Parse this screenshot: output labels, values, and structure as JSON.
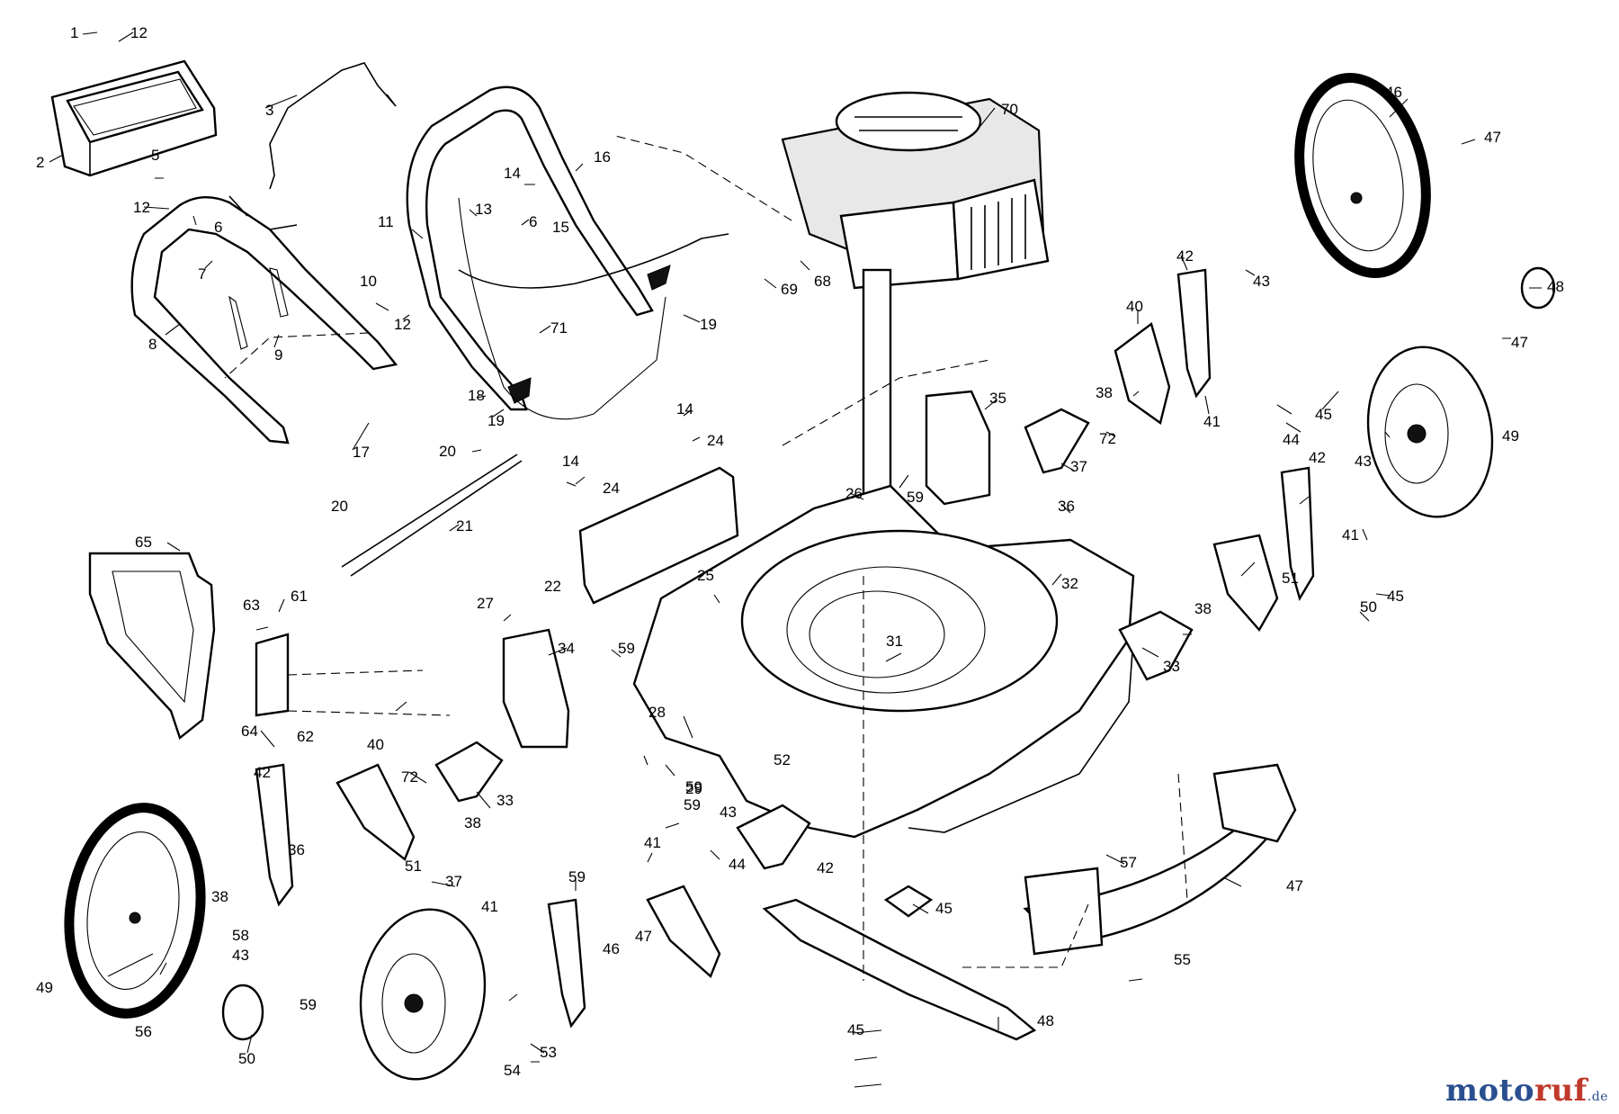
{
  "parts": [
    {
      "key": "p1",
      "label": "1"
    },
    {
      "key": "p12a",
      "label": "12"
    },
    {
      "key": "p2",
      "label": "2"
    },
    {
      "key": "p3",
      "label": "3"
    },
    {
      "key": "p5",
      "label": "5"
    },
    {
      "key": "p12b",
      "label": "12"
    },
    {
      "key": "p6a",
      "label": "6"
    },
    {
      "key": "p7",
      "label": "7"
    },
    {
      "key": "p8",
      "label": "8"
    },
    {
      "key": "p9",
      "label": "9"
    },
    {
      "key": "p17",
      "label": "17"
    },
    {
      "key": "p11",
      "label": "11"
    },
    {
      "key": "p13",
      "label": "13"
    },
    {
      "key": "p14a",
      "label": "14"
    },
    {
      "key": "p6b",
      "label": "6"
    },
    {
      "key": "p15",
      "label": "15"
    },
    {
      "key": "p16",
      "label": "16"
    },
    {
      "key": "p10",
      "label": "10"
    },
    {
      "key": "p12c",
      "label": "12"
    },
    {
      "key": "p71",
      "label": "71"
    },
    {
      "key": "p19a",
      "label": "19"
    },
    {
      "key": "p18",
      "label": "18"
    },
    {
      "key": "p19b",
      "label": "19"
    },
    {
      "key": "p20a",
      "label": "20"
    },
    {
      "key": "p14b",
      "label": "14"
    },
    {
      "key": "p24a",
      "label": "24"
    },
    {
      "key": "p14c",
      "label": "14"
    },
    {
      "key": "p24b",
      "label": "24"
    },
    {
      "key": "p20b",
      "label": "20"
    },
    {
      "key": "p21",
      "label": "21"
    },
    {
      "key": "p22",
      "label": "22"
    },
    {
      "key": "p70",
      "label": "70"
    },
    {
      "key": "p69",
      "label": "69"
    },
    {
      "key": "p68",
      "label": "68"
    },
    {
      "key": "p46a",
      "label": "46"
    },
    {
      "key": "p47a",
      "label": "47"
    },
    {
      "key": "p42a",
      "label": "42"
    },
    {
      "key": "p43a",
      "label": "43"
    },
    {
      "key": "p40a",
      "label": "40"
    },
    {
      "key": "p48a",
      "label": "48"
    },
    {
      "key": "p47b",
      "label": "47"
    },
    {
      "key": "p35",
      "label": "35"
    },
    {
      "key": "p38a",
      "label": "38"
    },
    {
      "key": "p72a",
      "label": "72"
    },
    {
      "key": "p41a",
      "label": "41"
    },
    {
      "key": "p44a",
      "label": "44"
    },
    {
      "key": "p45a",
      "label": "45"
    },
    {
      "key": "p49a",
      "label": "49"
    },
    {
      "key": "p37a",
      "label": "37"
    },
    {
      "key": "p59a",
      "label": "59"
    },
    {
      "key": "p36a",
      "label": "36"
    },
    {
      "key": "p42b",
      "label": "42"
    },
    {
      "key": "p43b",
      "label": "43"
    },
    {
      "key": "p26",
      "label": "26"
    },
    {
      "key": "p41b",
      "label": "41"
    },
    {
      "key": "p51a",
      "label": "51"
    },
    {
      "key": "p50a",
      "label": "50"
    },
    {
      "key": "p45b",
      "label": "45"
    },
    {
      "key": "p65",
      "label": "65"
    },
    {
      "key": "p25",
      "label": "25"
    },
    {
      "key": "p32",
      "label": "32"
    },
    {
      "key": "p27",
      "label": "27"
    },
    {
      "key": "p63",
      "label": "63"
    },
    {
      "key": "p61",
      "label": "61"
    },
    {
      "key": "p38b",
      "label": "38"
    },
    {
      "key": "p34",
      "label": "34"
    },
    {
      "key": "p59b",
      "label": "59"
    },
    {
      "key": "p31",
      "label": "31"
    },
    {
      "key": "p33a",
      "label": "33"
    },
    {
      "key": "p64",
      "label": "64"
    },
    {
      "key": "p62",
      "label": "62"
    },
    {
      "key": "p28",
      "label": "28"
    },
    {
      "key": "p40b",
      "label": "40"
    },
    {
      "key": "p42c",
      "label": "42"
    },
    {
      "key": "p72b",
      "label": "72"
    },
    {
      "key": "p33b",
      "label": "33"
    },
    {
      "key": "p52",
      "label": "52"
    },
    {
      "key": "p29",
      "label": "29"
    },
    {
      "key": "p38c",
      "label": "38"
    },
    {
      "key": "p59c",
      "label": "59"
    },
    {
      "key": "p59d",
      "label": "59"
    },
    {
      "key": "p41c",
      "label": "41"
    },
    {
      "key": "p43c",
      "label": "43"
    },
    {
      "key": "p36b",
      "label": "36"
    },
    {
      "key": "p38d",
      "label": "38"
    },
    {
      "key": "p37b",
      "label": "37"
    },
    {
      "key": "p44b",
      "label": "44"
    },
    {
      "key": "p42d",
      "label": "42"
    },
    {
      "key": "p58",
      "label": "58"
    },
    {
      "key": "p59e",
      "label": "59"
    },
    {
      "key": "p57",
      "label": "57"
    },
    {
      "key": "p47c",
      "label": "47"
    },
    {
      "key": "p45c",
      "label": "45"
    },
    {
      "key": "p49b",
      "label": "49"
    },
    {
      "key": "p43d",
      "label": "43"
    },
    {
      "key": "p51b",
      "label": "51"
    },
    {
      "key": "p41d",
      "label": "41"
    },
    {
      "key": "p47d",
      "label": "47"
    },
    {
      "key": "p46b",
      "label": "46"
    },
    {
      "key": "p59f",
      "label": "59"
    },
    {
      "key": "p56",
      "label": "56"
    },
    {
      "key": "p55",
      "label": "55"
    },
    {
      "key": "p48b",
      "label": "48"
    },
    {
      "key": "p45d",
      "label": "45"
    },
    {
      "key": "p50b",
      "label": "50"
    },
    {
      "key": "p54",
      "label": "54"
    },
    {
      "key": "p53",
      "label": "53"
    }
  ],
  "watermark": {
    "part1": "moto",
    "part2": "ruf",
    "suffix": ".de"
  }
}
